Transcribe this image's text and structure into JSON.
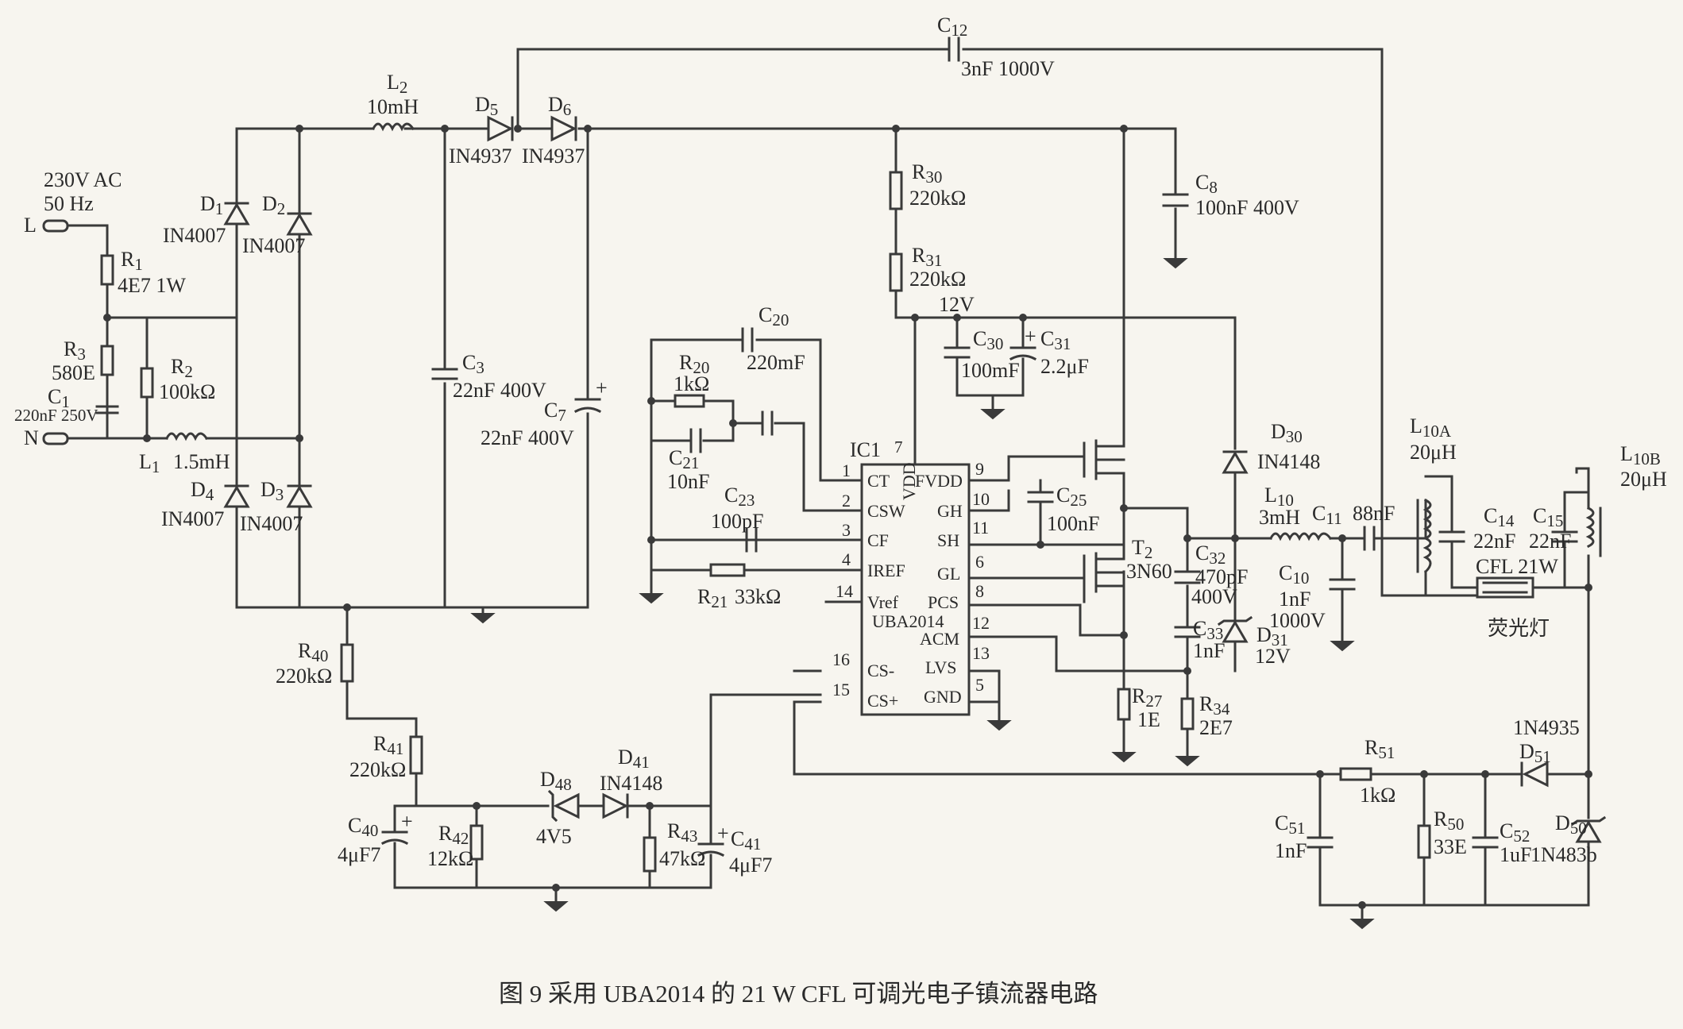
{
  "input": {
    "line1": "230V AC",
    "line2": "50 Hz",
    "l": "L",
    "n": "N"
  },
  "components": {
    "R1": {
      "ref": "R",
      "sub": "1",
      "value": "4E7 1W"
    },
    "R3": {
      "ref": "R",
      "sub": "3",
      "value": "580E"
    },
    "C1": {
      "ref": "C",
      "sub": "1",
      "value": "220nF 250V"
    },
    "R2": {
      "ref": "R",
      "sub": "2",
      "value": "100kΩ"
    },
    "L1": {
      "ref": "L",
      "sub": "1",
      "value": "1.5mH"
    },
    "D1": {
      "ref": "D",
      "sub": "1",
      "value": "IN4007"
    },
    "D2": {
      "ref": "D",
      "sub": "2",
      "value": "IN4007"
    },
    "D3": {
      "ref": "D",
      "sub": "3",
      "value": "IN4007"
    },
    "D4": {
      "ref": "D",
      "sub": "4",
      "value": "IN4007"
    },
    "L2": {
      "ref": "L",
      "sub": "2",
      "value": "10mH"
    },
    "D5": {
      "ref": "D",
      "sub": "5",
      "value": "IN4937"
    },
    "D6": {
      "ref": "D",
      "sub": "6",
      "value": "IN4937"
    },
    "C3": {
      "ref": "C",
      "sub": "3",
      "value": "22nF 400V"
    },
    "C7": {
      "ref": "C",
      "sub": "7",
      "value": "22nF 400V"
    },
    "C12": {
      "ref": "C",
      "sub": "12",
      "value": "3nF 1000V"
    },
    "R30": {
      "ref": "R",
      "sub": "30",
      "value": "220kΩ"
    },
    "R31": {
      "ref": "R",
      "sub": "31",
      "value": "220kΩ"
    },
    "C8": {
      "ref": "C",
      "sub": "8",
      "value": "100nF 400V"
    },
    "C20": {
      "ref": "C",
      "sub": "20",
      "value": "220mF"
    },
    "R20": {
      "ref": "R",
      "sub": "20",
      "value": "1kΩ"
    },
    "C21": {
      "ref": "C",
      "sub": "21",
      "value": "10nF"
    },
    "C23": {
      "ref": "C",
      "sub": "23",
      "value": "100pF"
    },
    "R21": {
      "ref": "R",
      "sub": "21",
      "value": "33kΩ"
    },
    "C30": {
      "ref": "C",
      "sub": "30",
      "value": "100mF"
    },
    "C31": {
      "ref": "C",
      "sub": "31",
      "value": "2.2μF"
    },
    "C25": {
      "ref": "C",
      "sub": "25",
      "value": "100nF"
    },
    "T2": {
      "ref": "T",
      "sub": "2",
      "value": "3N60"
    },
    "D30": {
      "ref": "D",
      "sub": "30",
      "value": "IN4148"
    },
    "L10": {
      "ref": "L",
      "sub": "10",
      "value": "3mH"
    },
    "C11": {
      "ref": "C",
      "sub": "11",
      "value": "88nF"
    },
    "C32": {
      "ref": "C",
      "sub": "32",
      "value": "470pF"
    },
    "C32v": {
      "value": "400V"
    },
    "C33": {
      "ref": "C",
      "sub": "33",
      "value": "1nF"
    },
    "D31": {
      "ref": "D",
      "sub": "31",
      "value": "12V"
    },
    "C10": {
      "ref": "C",
      "sub": "10",
      "value": "1nF",
      "value2": "1000V"
    },
    "R27": {
      "ref": "R",
      "sub": "27",
      "value": "1E"
    },
    "R34": {
      "ref": "R",
      "sub": "34",
      "value": "2E7"
    },
    "L10A": {
      "ref": "L",
      "sub": "10A",
      "value": "20μH"
    },
    "L10B": {
      "ref": "L",
      "sub": "10B",
      "value": "20μH"
    },
    "C14": {
      "ref": "C",
      "sub": "14",
      "value": "22nF"
    },
    "C15": {
      "ref": "C",
      "sub": "15",
      "value": "22nF"
    },
    "CFL": {
      "value": "CFL 21W",
      "cn": "荧光灯"
    },
    "R40": {
      "ref": "R",
      "sub": "40",
      "value": "220kΩ"
    },
    "R41": {
      "ref": "R",
      "sub": "41",
      "value": "220kΩ"
    },
    "C40": {
      "ref": "C",
      "sub": "40",
      "value": "4μF7"
    },
    "R42": {
      "ref": "R",
      "sub": "42",
      "value": "12kΩ"
    },
    "D48": {
      "ref": "D",
      "sub": "48",
      "value": "4V5"
    },
    "D41": {
      "ref": "D",
      "sub": "41",
      "value": "IN4148"
    },
    "R43": {
      "ref": "R",
      "sub": "43",
      "value": "47kΩ"
    },
    "C41": {
      "ref": "C",
      "sub": "41",
      "value": "4μF7"
    },
    "R51": {
      "ref": "R",
      "sub": "51",
      "value": "1kΩ"
    },
    "D51": {
      "ref": "D",
      "sub": "51",
      "value": "1N4935"
    },
    "C51": {
      "ref": "C",
      "sub": "51",
      "value": "1nF"
    },
    "R50": {
      "ref": "R",
      "sub": "50",
      "value": "33E"
    },
    "C52": {
      "ref": "C",
      "sub": "52",
      "value": "1uF"
    },
    "D50": {
      "ref": "D",
      "sub": "50",
      "value": "1N483b"
    }
  },
  "ic": {
    "name": "IC1",
    "part": "UBA2014",
    "vdd": "VDD",
    "vdd_pin": "7",
    "left_pins": [
      {
        "num": "1",
        "name": "CT"
      },
      {
        "num": "2",
        "name": "CSW"
      },
      {
        "num": "3",
        "name": "CF"
      },
      {
        "num": "4",
        "name": "IREF"
      },
      {
        "num": "14",
        "name": "Vref"
      },
      {
        "num": "16",
        "name": "CS-"
      },
      {
        "num": "15",
        "name": "CS+"
      }
    ],
    "right_pins": [
      {
        "num": "9",
        "name": "FVDD"
      },
      {
        "num": "10",
        "name": "GH"
      },
      {
        "num": "11",
        "name": "SH"
      },
      {
        "num": "6",
        "name": "GL"
      },
      {
        "num": "8",
        "name": "PCS"
      },
      {
        "num": "12",
        "name": "ACM"
      },
      {
        "num": "13",
        "name": "LVS"
      },
      {
        "num": "5",
        "name": "GND"
      }
    ]
  },
  "net_12v": "12V",
  "caption": "图 9   采用 UBA2014 的 21 W CFL 可调光电子镇流器电路"
}
